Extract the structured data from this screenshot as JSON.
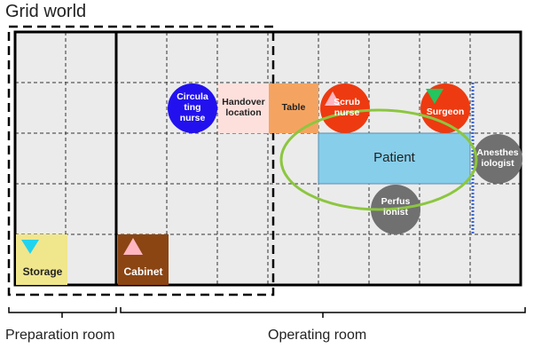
{
  "title": "Grid world",
  "grid": {
    "columns": 10,
    "rows": 5
  },
  "rooms": {
    "preparation": "Preparation room",
    "operating": "Operating room"
  },
  "nodes": {
    "circulating_nurse": {
      "label": "Circula\nting\nnurse",
      "color": "#2211ee",
      "text_color": "#ffffff"
    },
    "handover": {
      "label": "Handover\nlocation",
      "color": "#fde0dc",
      "text_color": "#222222"
    },
    "table": {
      "label": "Table",
      "color": "#f4a460",
      "text_color": "#222222"
    },
    "scrub_nurse": {
      "label": "Scrub\nnurse",
      "color": "#ee3a10",
      "text_color": "#ffffff"
    },
    "surgeon": {
      "label": "Surgeon",
      "color": "#ee3a10",
      "text_color": "#ffffff"
    },
    "patient": {
      "label": "Patient",
      "color": "#87ceeb",
      "text_color": "#222222"
    },
    "anesthesiologist": {
      "label": "Anesthes\niologist",
      "color": "#707070",
      "text_color": "#ffffff"
    },
    "perfusionist": {
      "label": "Perfus\nionist",
      "color": "#707070",
      "text_color": "#ffffff"
    },
    "storage": {
      "label": "Storage",
      "color": "#f0e68c",
      "text_color": "#222222"
    },
    "cabinet": {
      "label": "Cabinet",
      "color": "#8b4513",
      "text_color": "#ffffff"
    }
  },
  "colors": {
    "grid_bg": "#ebebeb",
    "ellipse": "#8cc63f",
    "triangle_pink": "#ffb6c1",
    "triangle_cyan": "#22d3ee",
    "triangle_green": "#22c55e",
    "blue_dotted": "#3b66d6"
  }
}
